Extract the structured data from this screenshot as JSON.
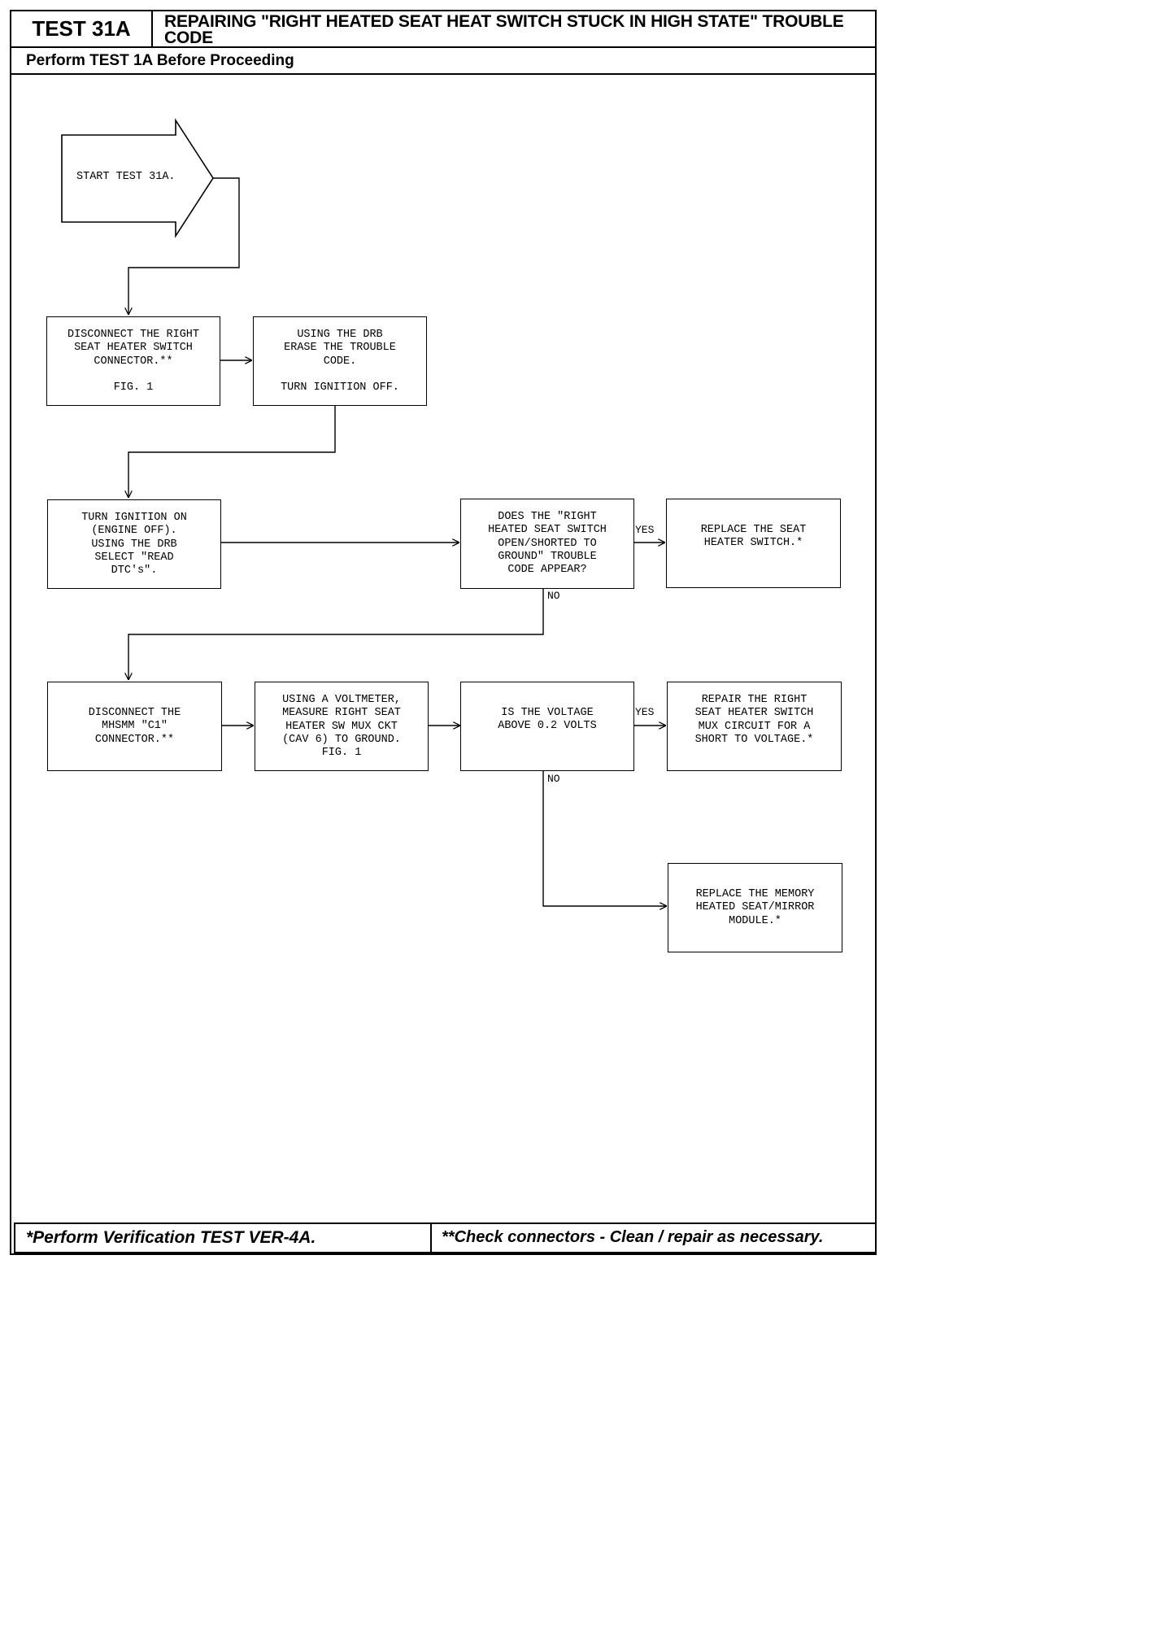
{
  "header": {
    "test_id": "TEST 31A",
    "title_line1": "REPAIRING \"RIGHT HEATED SEAT HEAT SWITCH STUCK IN HIGH STATE\" TROUBLE",
    "title_line2": "CODE",
    "subtitle": "Perform TEST 1A Before Proceeding"
  },
  "flowchart": {
    "start": "START TEST 31A.",
    "disconnect_switch": "DISCONNECT THE RIGHT\nSEAT HEATER SWITCH\nCONNECTOR.**\n\nFIG. 1",
    "erase_code": "USING THE DRB\nERASE THE TROUBLE\nCODE.\n\nTURN IGNITION OFF.",
    "ignition_on": "TURN IGNITION ON\n(ENGINE OFF).\nUSING THE DRB\nSELECT \"READ\nDTC's\".",
    "code_appear_question": "DOES THE \"RIGHT\nHEATED SEAT SWITCH\nOPEN/SHORTED TO\nGROUND\" TROUBLE\nCODE APPEAR?",
    "replace_switch": "REPLACE THE SEAT\nHEATER SWITCH.*",
    "disconnect_c1": "DISCONNECT THE\nMHSMM \"C1\"\nCONNECTOR.**",
    "measure_voltage": "USING A VOLTMETER,\nMEASURE RIGHT SEAT\nHEATER SW MUX CKT\n(CAV 6) TO GROUND.\nFIG. 1",
    "voltage_question": "IS THE VOLTAGE\nABOVE 0.2 VOLTS",
    "repair_circuit": "REPAIR THE RIGHT\nSEAT HEATER SWITCH\nMUX CIRCUIT FOR A\nSHORT TO VOLTAGE.*",
    "replace_module": "REPLACE THE MEMORY\nHEATED SEAT/MIRROR\nMODULE.*",
    "labels": {
      "yes": "YES",
      "no": "NO"
    }
  },
  "footer": {
    "left": "*Perform Verification TEST VER-4A.",
    "right": "**Check connectors - Clean / repair as necessary."
  }
}
